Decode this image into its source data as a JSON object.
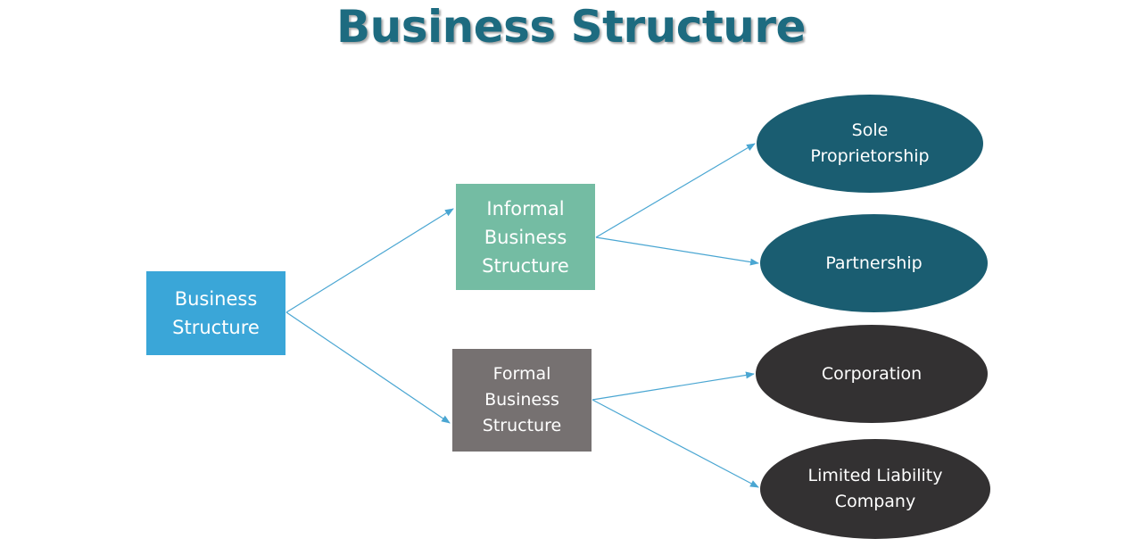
{
  "title": "Business Structure",
  "colors": {
    "title": "#1d6b80",
    "root_fill": "#3aa6d8",
    "informal_fill": "#74bca3",
    "formal_fill": "#767171",
    "informal_leaf_fill": "#1a5d71",
    "formal_leaf_fill": "#333132",
    "connector": "#4aa6d2"
  },
  "nodes": {
    "root": {
      "label": "Business\nStructure"
    },
    "informal": {
      "label": "Informal\nBusiness\nStructure"
    },
    "formal": {
      "label": "Formal\nBusiness\nStructure"
    },
    "sole": {
      "label": "Sole\nProprietorship"
    },
    "partnership": {
      "label": "Partnership"
    },
    "corporation": {
      "label": "Corporation"
    },
    "llc": {
      "label": "Limited Liability\nCompany"
    }
  },
  "edges": [
    {
      "from": "root",
      "to": "informal"
    },
    {
      "from": "root",
      "to": "formal"
    },
    {
      "from": "informal",
      "to": "sole"
    },
    {
      "from": "informal",
      "to": "partnership"
    },
    {
      "from": "formal",
      "to": "corporation"
    },
    {
      "from": "formal",
      "to": "llc"
    }
  ]
}
